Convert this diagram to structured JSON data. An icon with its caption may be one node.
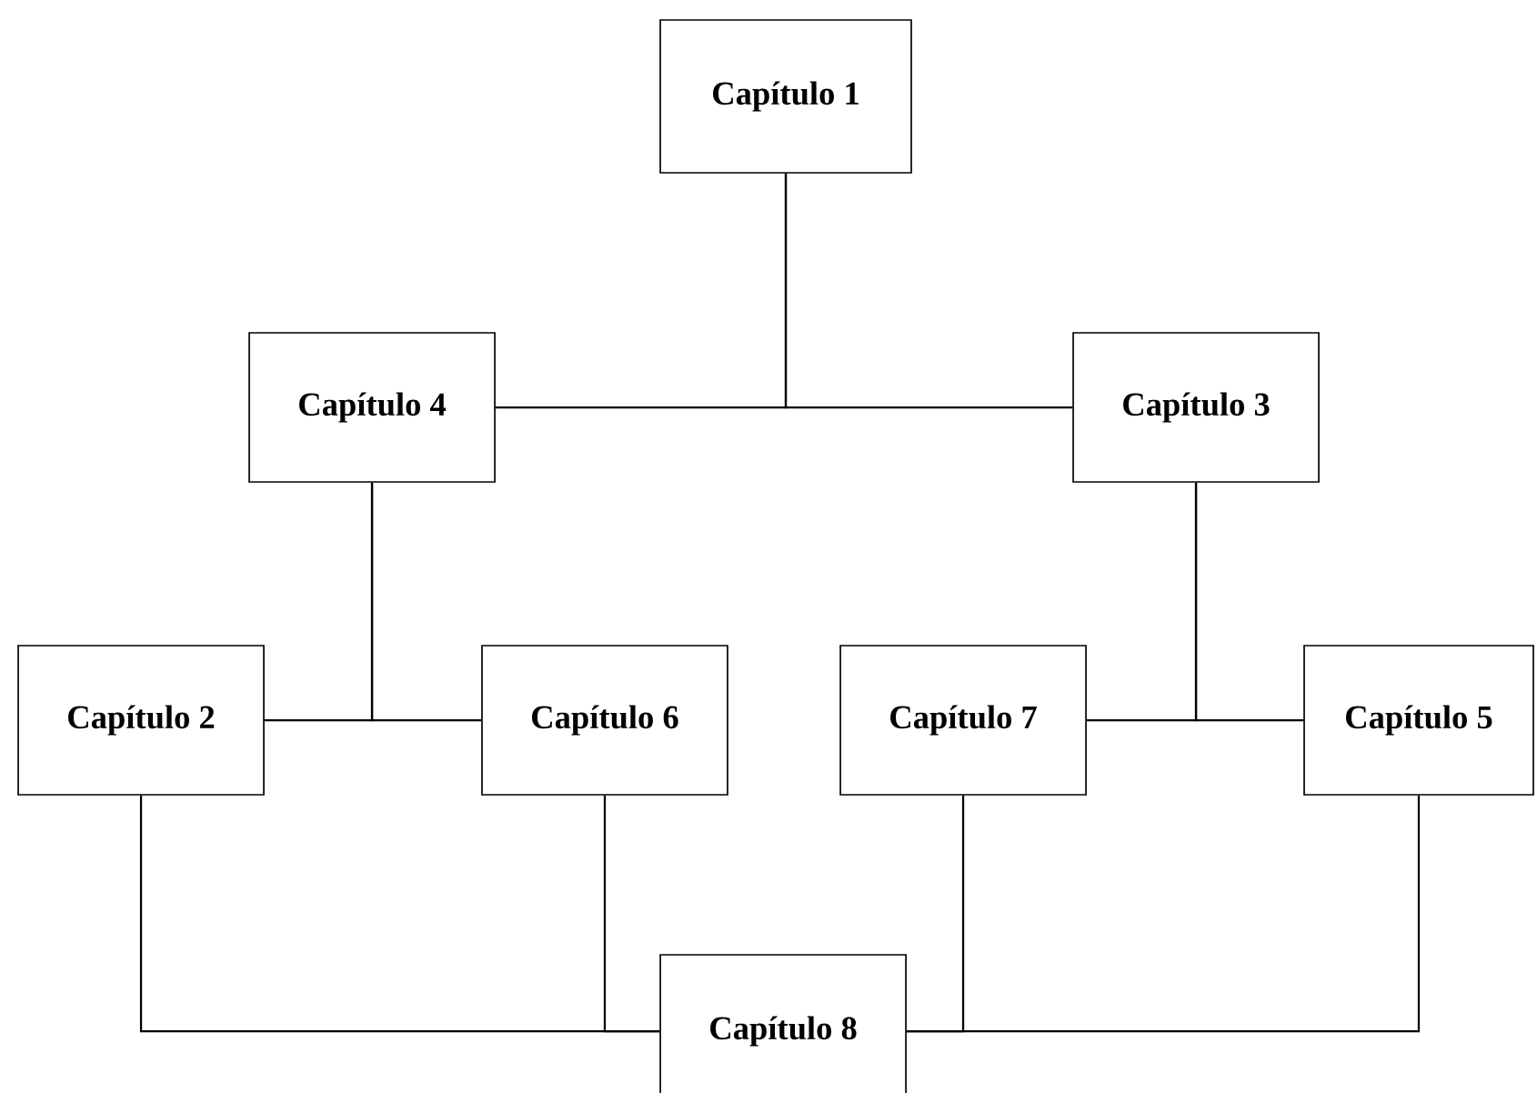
{
  "diagram": {
    "nodes": [
      {
        "text": [
          "Capítulo 1"
        ]
      },
      {
        "text": [
          "Capítulo 4"
        ]
      },
      {
        "text": [
          "Capítulo 3"
        ]
      },
      {
        "text": [
          "Capítulo 2"
        ]
      },
      {
        "text": [
          "Capítulo 6"
        ]
      },
      {
        "text": [
          "Capítulo 7"
        ]
      },
      {
        "text": [
          "Capítulo 5"
        ]
      },
      {
        "text": [
          "Capítulo 8"
        ]
      }
    ],
    "edges": [
      {
        "from": 0,
        "to": 1,
        "arrow": "none"
      },
      {
        "from": 0,
        "to": 2,
        "arrow": "none"
      },
      {
        "from": 1,
        "to": 3,
        "arrow": "none"
      },
      {
        "from": 1,
        "to": 4,
        "arrow": "none"
      },
      {
        "from": 2,
        "to": 5,
        "arrow": "none"
      },
      {
        "from": 2,
        "to": 6,
        "arrow": "none"
      },
      {
        "from": 3,
        "to": 7,
        "arrow": "none"
      },
      {
        "from": 4,
        "to": 7,
        "arrow": "none"
      },
      {
        "from": 5,
        "to": 7,
        "arrow": "none"
      },
      {
        "from": 6,
        "to": 7,
        "arrow": "none"
      }
    ]
  }
}
